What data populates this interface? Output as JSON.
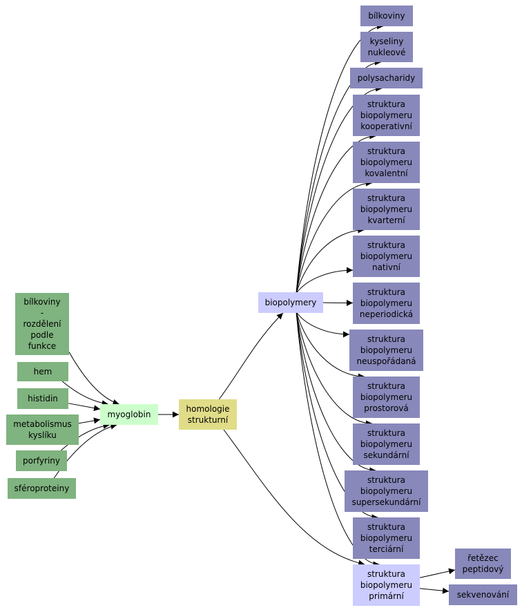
{
  "nodes": {
    "bilkoviny_rozdeleni": "bílkoviny\n-\nrozdělení\npodle\nfunkce",
    "hem": "hem",
    "histidin": "histidin",
    "metabolismus": "metabolismus\nkyslíku",
    "porfyriny": "porfyriny",
    "sferoproteiny": "sféroproteiny",
    "myoglobin": "myoglobin",
    "homologie": "homologie\nstrukturní",
    "biopolymery": "biopolymery",
    "bilkoviny": "bílkoviny",
    "kyseliny": "kyseliny\nnukleové",
    "polysacharidy": "polysacharidy",
    "kooperativni": "struktura\nbiopolymeru\nkooperativní",
    "kovalentni": "struktura\nbiopolymeru\nkovalentní",
    "kvarterni": "struktura\nbiopolymeru\nkvarterní",
    "nativni": "struktura\nbiopolymeru\nnativní",
    "neperiodicka": "struktura\nbiopolymeru\nneperiodická",
    "neusporadana": "struktura\nbiopolymeru\nneuspořádaná",
    "prostorova": "struktura\nbiopolymeru\nprostorová",
    "sekundarni": "struktura\nbiopolymeru\nsekundární",
    "supersekundarni": "struktura\nbiopolymeru\nsupersekundární",
    "terciarni": "struktura\nbiopolymeru\nterciární",
    "primarni": "struktura\nbiopolymeru\nprimární",
    "retezec": "řetězec\npeptidový",
    "sekvenovani": "sekvenování"
  },
  "edges": [
    [
      "bilkoviny_rozdeleni",
      "myoglobin"
    ],
    [
      "hem",
      "myoglobin"
    ],
    [
      "histidin",
      "myoglobin"
    ],
    [
      "metabolismus",
      "myoglobin"
    ],
    [
      "porfyriny",
      "myoglobin"
    ],
    [
      "sferoproteiny",
      "myoglobin"
    ],
    [
      "myoglobin",
      "homologie"
    ],
    [
      "homologie",
      "biopolymery"
    ],
    [
      "homologie",
      "primarni"
    ],
    [
      "biopolymery",
      "bilkoviny"
    ],
    [
      "biopolymery",
      "kyseliny"
    ],
    [
      "biopolymery",
      "polysacharidy"
    ],
    [
      "biopolymery",
      "kooperativni"
    ],
    [
      "biopolymery",
      "kovalentni"
    ],
    [
      "biopolymery",
      "kvarterni"
    ],
    [
      "biopolymery",
      "nativni"
    ],
    [
      "biopolymery",
      "neperiodicka"
    ],
    [
      "biopolymery",
      "neusporadana"
    ],
    [
      "biopolymery",
      "prostorova"
    ],
    [
      "biopolymery",
      "sekundarni"
    ],
    [
      "biopolymery",
      "supersekundarni"
    ],
    [
      "biopolymery",
      "terciarni"
    ],
    [
      "biopolymery",
      "primarni"
    ],
    [
      "primarni",
      "retezec"
    ],
    [
      "primarni",
      "sekvenovani"
    ]
  ],
  "colors": {
    "leaf_green": "#7fb37f",
    "category_purple": "#8888bb",
    "hub_lavender": "#ccccff",
    "focus_mint": "#ccffcc",
    "relation_khaki": "#e0dc88",
    "edge": "#000000"
  }
}
